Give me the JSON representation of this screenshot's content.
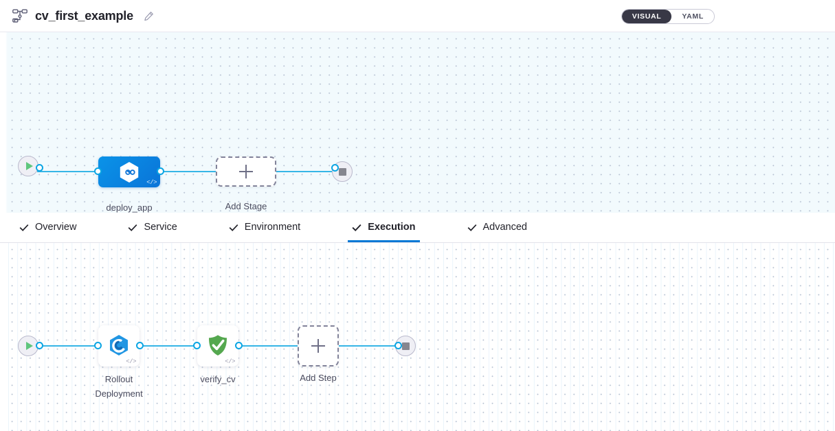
{
  "header": {
    "pipeline_icon": "pipeline-icon",
    "title": "cv_first_example",
    "edit_icon": "pencil-edit-icon",
    "view_toggle": {
      "options": [
        {
          "label": "VISUAL",
          "active": true
        },
        {
          "label": "YAML",
          "active": false
        }
      ]
    }
  },
  "stage_canvas": {
    "start_node": {
      "name": "pipeline-start",
      "icon": "play-icon"
    },
    "end_node": {
      "name": "pipeline-end",
      "icon": "stop-icon"
    },
    "stages": [
      {
        "label": "deploy_app",
        "icon": "harness-deploy-hexagon-icon",
        "badge": "</>",
        "selected": true
      }
    ],
    "add_stage": {
      "label": "Add Stage",
      "icon": "plus-icon"
    }
  },
  "tabs": [
    {
      "label": "Overview",
      "icon": "check-icon",
      "active": false
    },
    {
      "label": "Service",
      "icon": "check-icon",
      "active": false
    },
    {
      "label": "Environment",
      "icon": "check-icon",
      "active": false
    },
    {
      "label": "Execution",
      "icon": "check-icon",
      "active": true
    },
    {
      "label": "Advanced",
      "icon": "check-icon",
      "active": false
    }
  ],
  "step_canvas": {
    "start_node": {
      "name": "execution-start",
      "icon": "play-icon"
    },
    "end_node": {
      "name": "execution-end",
      "icon": "stop-icon"
    },
    "steps": [
      {
        "label": "Rollout\nDeployment",
        "icon": "rollout-deployment-icon",
        "badge": "</>"
      },
      {
        "label": "verify_cv",
        "icon": "verify-shield-check-icon",
        "badge": "</>"
      }
    ],
    "add_step": {
      "label": "Add Step",
      "icon": "plus-icon"
    }
  },
  "colors": {
    "accent_blue": "#0278d5",
    "connector_blue": "#36b5e6",
    "stage_blue": "#0a84e0",
    "verify_green": "#55a84f",
    "rollout_blue": "#1d8ce0",
    "toggle_dark": "#383846"
  }
}
